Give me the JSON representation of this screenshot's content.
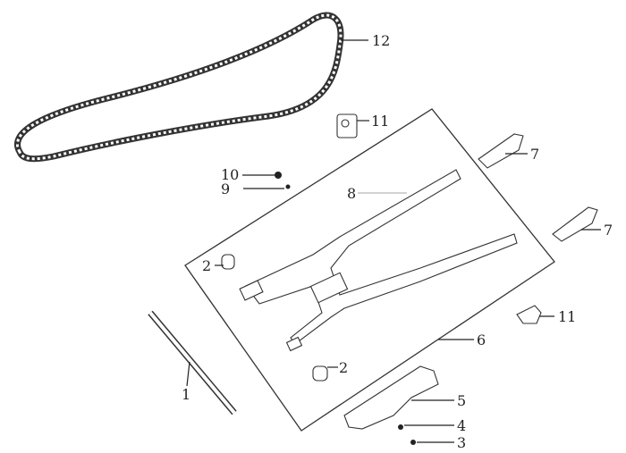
{
  "diagram": {
    "title": "Swingarm and drive chain exploded view",
    "callouts": {
      "axle": "1",
      "bushing_top": "2",
      "bushing_bottom": "2",
      "bolt": "3",
      "washer": "4",
      "chain_guard": "5",
      "swingarm_assembly": "6",
      "adjuster_top": "7",
      "adjuster_bottom": "7",
      "swingarm": "8",
      "nut": "9",
      "grease_nipple": "10",
      "bracket_top": "11",
      "bracket_right": "11",
      "chain": "12"
    }
  }
}
